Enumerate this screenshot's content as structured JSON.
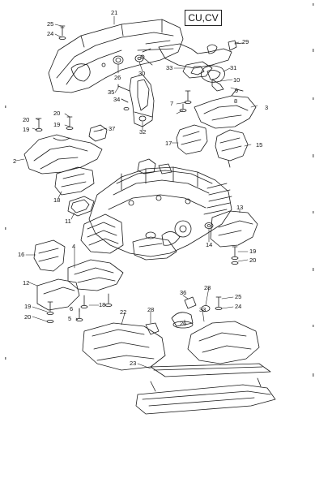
{
  "diagram": {
    "model_codes": "CU,CV",
    "callouts": [
      {
        "id": "c21",
        "label": "21"
      },
      {
        "id": "c25a",
        "label": "25"
      },
      {
        "id": "c24a",
        "label": "24"
      },
      {
        "id": "c29",
        "label": "29"
      },
      {
        "id": "c26a",
        "label": "26"
      },
      {
        "id": "c30",
        "label": "30"
      },
      {
        "id": "c33a",
        "label": "33"
      },
      {
        "id": "c31",
        "label": "31"
      },
      {
        "id": "c10",
        "label": "10"
      },
      {
        "id": "c35",
        "label": "35"
      },
      {
        "id": "c34",
        "label": "34"
      },
      {
        "id": "c32",
        "label": "32"
      },
      {
        "id": "c9",
        "label": "9"
      },
      {
        "id": "c8",
        "label": "8"
      },
      {
        "id": "c7",
        "label": "7"
      },
      {
        "id": "c3",
        "label": "3"
      },
      {
        "id": "c20a",
        "label": "20"
      },
      {
        "id": "c20b",
        "label": "20"
      },
      {
        "id": "c19a",
        "label": "19"
      },
      {
        "id": "c19b",
        "label": "19"
      },
      {
        "id": "c37",
        "label": "37"
      },
      {
        "id": "c2",
        "label": "2"
      },
      {
        "id": "c17",
        "label": "17"
      },
      {
        "id": "c15",
        "label": "15"
      },
      {
        "id": "c18a",
        "label": "18"
      },
      {
        "id": "c11",
        "label": "11"
      },
      {
        "id": "c13",
        "label": "13"
      },
      {
        "id": "c14",
        "label": "14"
      },
      {
        "id": "c16",
        "label": "16"
      },
      {
        "id": "c4",
        "label": "4"
      },
      {
        "id": "c19c",
        "label": "19"
      },
      {
        "id": "c20c",
        "label": "20"
      },
      {
        "id": "c12",
        "label": "12"
      },
      {
        "id": "c20d",
        "label": "20"
      },
      {
        "id": "c19d",
        "label": "19"
      },
      {
        "id": "c18b",
        "label": "18"
      },
      {
        "id": "c6",
        "label": "6"
      },
      {
        "id": "c5",
        "label": "5"
      },
      {
        "id": "c36",
        "label": "36"
      },
      {
        "id": "c28a",
        "label": "28"
      },
      {
        "id": "c25b",
        "label": "25"
      },
      {
        "id": "c24b",
        "label": "24"
      },
      {
        "id": "c22",
        "label": "22"
      },
      {
        "id": "c28b",
        "label": "28"
      },
      {
        "id": "c26b",
        "label": "26"
      },
      {
        "id": "c23",
        "label": "23"
      },
      {
        "id": "c33b",
        "label": "33"
      }
    ]
  }
}
